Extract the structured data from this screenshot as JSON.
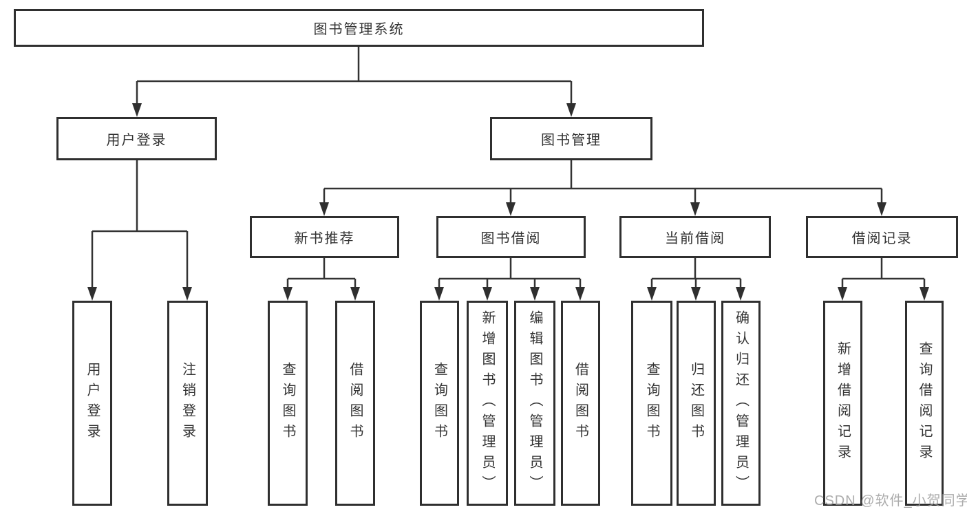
{
  "diagram_title": "图书管理系统",
  "tree": {
    "root": {
      "label": "图书管理系统"
    },
    "branches": [
      {
        "label": "用户登录",
        "children": [
          {
            "label": "用户登录"
          },
          {
            "label": "注销登录"
          }
        ]
      },
      {
        "label": "图书管理",
        "children": [
          {
            "label": "新书推荐",
            "children": [
              {
                "label": "查询图书"
              },
              {
                "label": "借阅图书"
              }
            ]
          },
          {
            "label": "图书借阅",
            "children": [
              {
                "label": "查询图书"
              },
              {
                "label": "新增图书（管理员）"
              },
              {
                "label": "编辑图书（管理员）"
              },
              {
                "label": "借阅图书"
              }
            ]
          },
          {
            "label": "当前借阅",
            "children": [
              {
                "label": "查询图书"
              },
              {
                "label": "归还图书"
              },
              {
                "label": "确认归还（管理员）"
              }
            ]
          },
          {
            "label": "借阅记录",
            "children": [
              {
                "label": "新增借阅记录"
              },
              {
                "label": "查询借阅记录"
              }
            ]
          }
        ]
      }
    ]
  },
  "watermark": {
    "text": "CSDN @软件_小贺同学"
  },
  "colors": {
    "line": "#333333",
    "box_border": "#2f2f2f",
    "text": "#333333",
    "background": "#ffffff",
    "watermark": "#9e9e9e"
  }
}
